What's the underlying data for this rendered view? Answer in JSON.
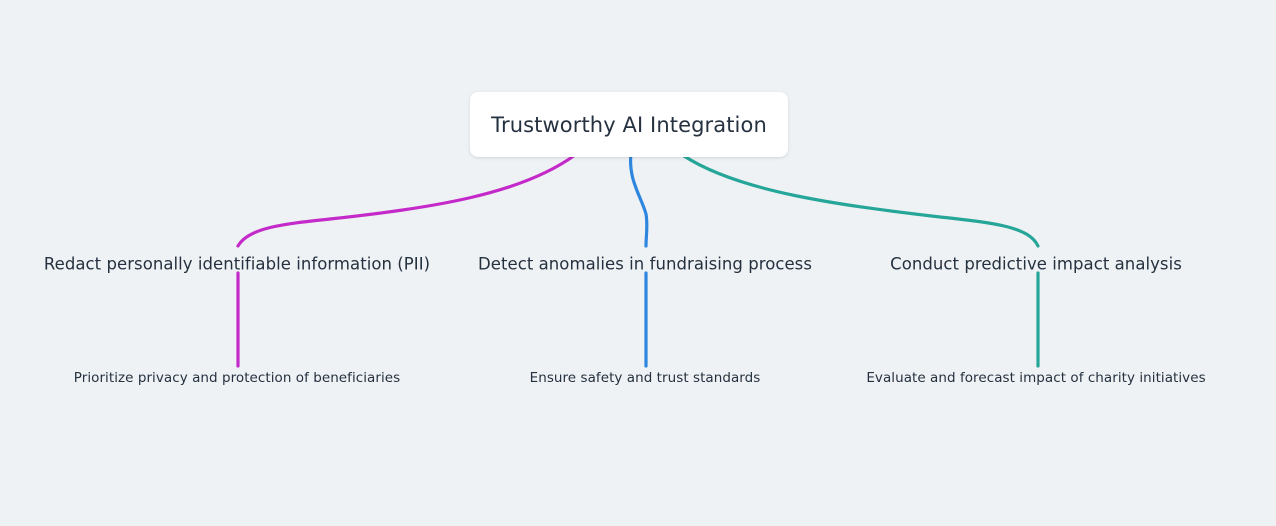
{
  "diagram": {
    "type": "mindmap",
    "background_color": "#eff2f5",
    "text_color": "#25313f",
    "root": {
      "label": "Trustworthy AI Integration",
      "card_color": "#ffffff"
    },
    "branches": [
      {
        "label": "Redact personally identifiable information (PII)",
        "color": "#c42ac9",
        "color_name": "magenta",
        "child": {
          "label": "Prioritize privacy and protection of beneficiaries"
        }
      },
      {
        "label": "Detect anomalies in fundraising process",
        "color": "#2e86de",
        "color_name": "blue",
        "child": {
          "label": "Ensure safety and trust standards"
        }
      },
      {
        "label": "Conduct predictive impact analysis",
        "color": "#26a699",
        "color_name": "teal",
        "child": {
          "label": "Evaluate and forecast impact of charity initiatives"
        }
      }
    ]
  }
}
